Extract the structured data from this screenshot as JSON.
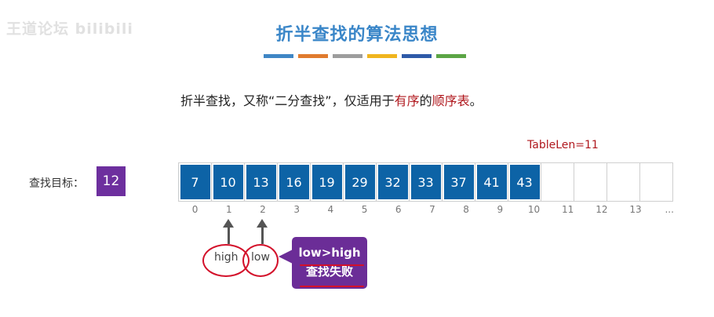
{
  "watermark": "王道论坛 bilibili",
  "title": "折半查找的算法思想",
  "stripe_colors": [
    "#3f86c5",
    "#e07b2e",
    "#9d9d9d",
    "#f0b51e",
    "#2e5aa8",
    "#5ba545"
  ],
  "intro": {
    "part1": "折半查找，又称“二分查找”，仅适用于",
    "highlight1": "有序",
    "part2": "的",
    "highlight2": "顺序表",
    "part3": "。"
  },
  "table_len_label": "TableLen=11",
  "target": {
    "label": "查找目标：",
    "value": "12"
  },
  "array_values": [
    "7",
    "10",
    "13",
    "16",
    "19",
    "29",
    "32",
    "33",
    "37",
    "41",
    "43",
    "",
    "",
    "",
    ""
  ],
  "indices": [
    "0",
    "1",
    "2",
    "3",
    "4",
    "5",
    "6",
    "7",
    "8",
    "9",
    "10",
    "11",
    "12",
    "13",
    "..."
  ],
  "pointers": {
    "high": "high",
    "low": "low"
  },
  "callout": {
    "line1": "low>high",
    "line2": "查找失败"
  },
  "colors": {
    "title": "#3a86c8",
    "cell": "#0d63a6",
    "accent_purple": "#6b2d97",
    "red": "#b0181e"
  }
}
